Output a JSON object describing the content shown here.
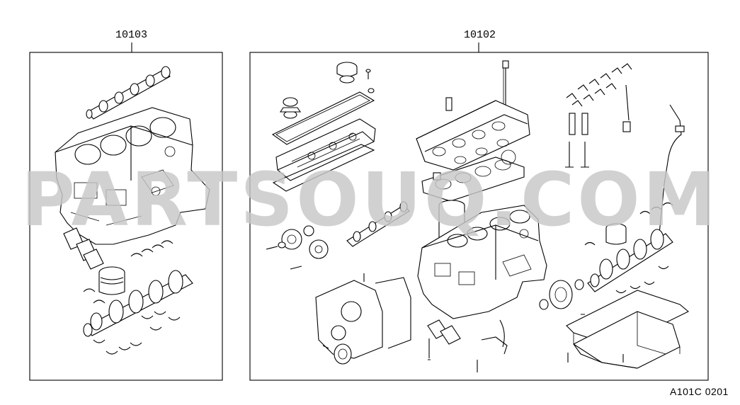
{
  "callouts": {
    "left_part_number": "10103",
    "right_part_number": "10102"
  },
  "reference_code": "A101C 0201",
  "watermark": "PARTSOUQ.COM"
}
